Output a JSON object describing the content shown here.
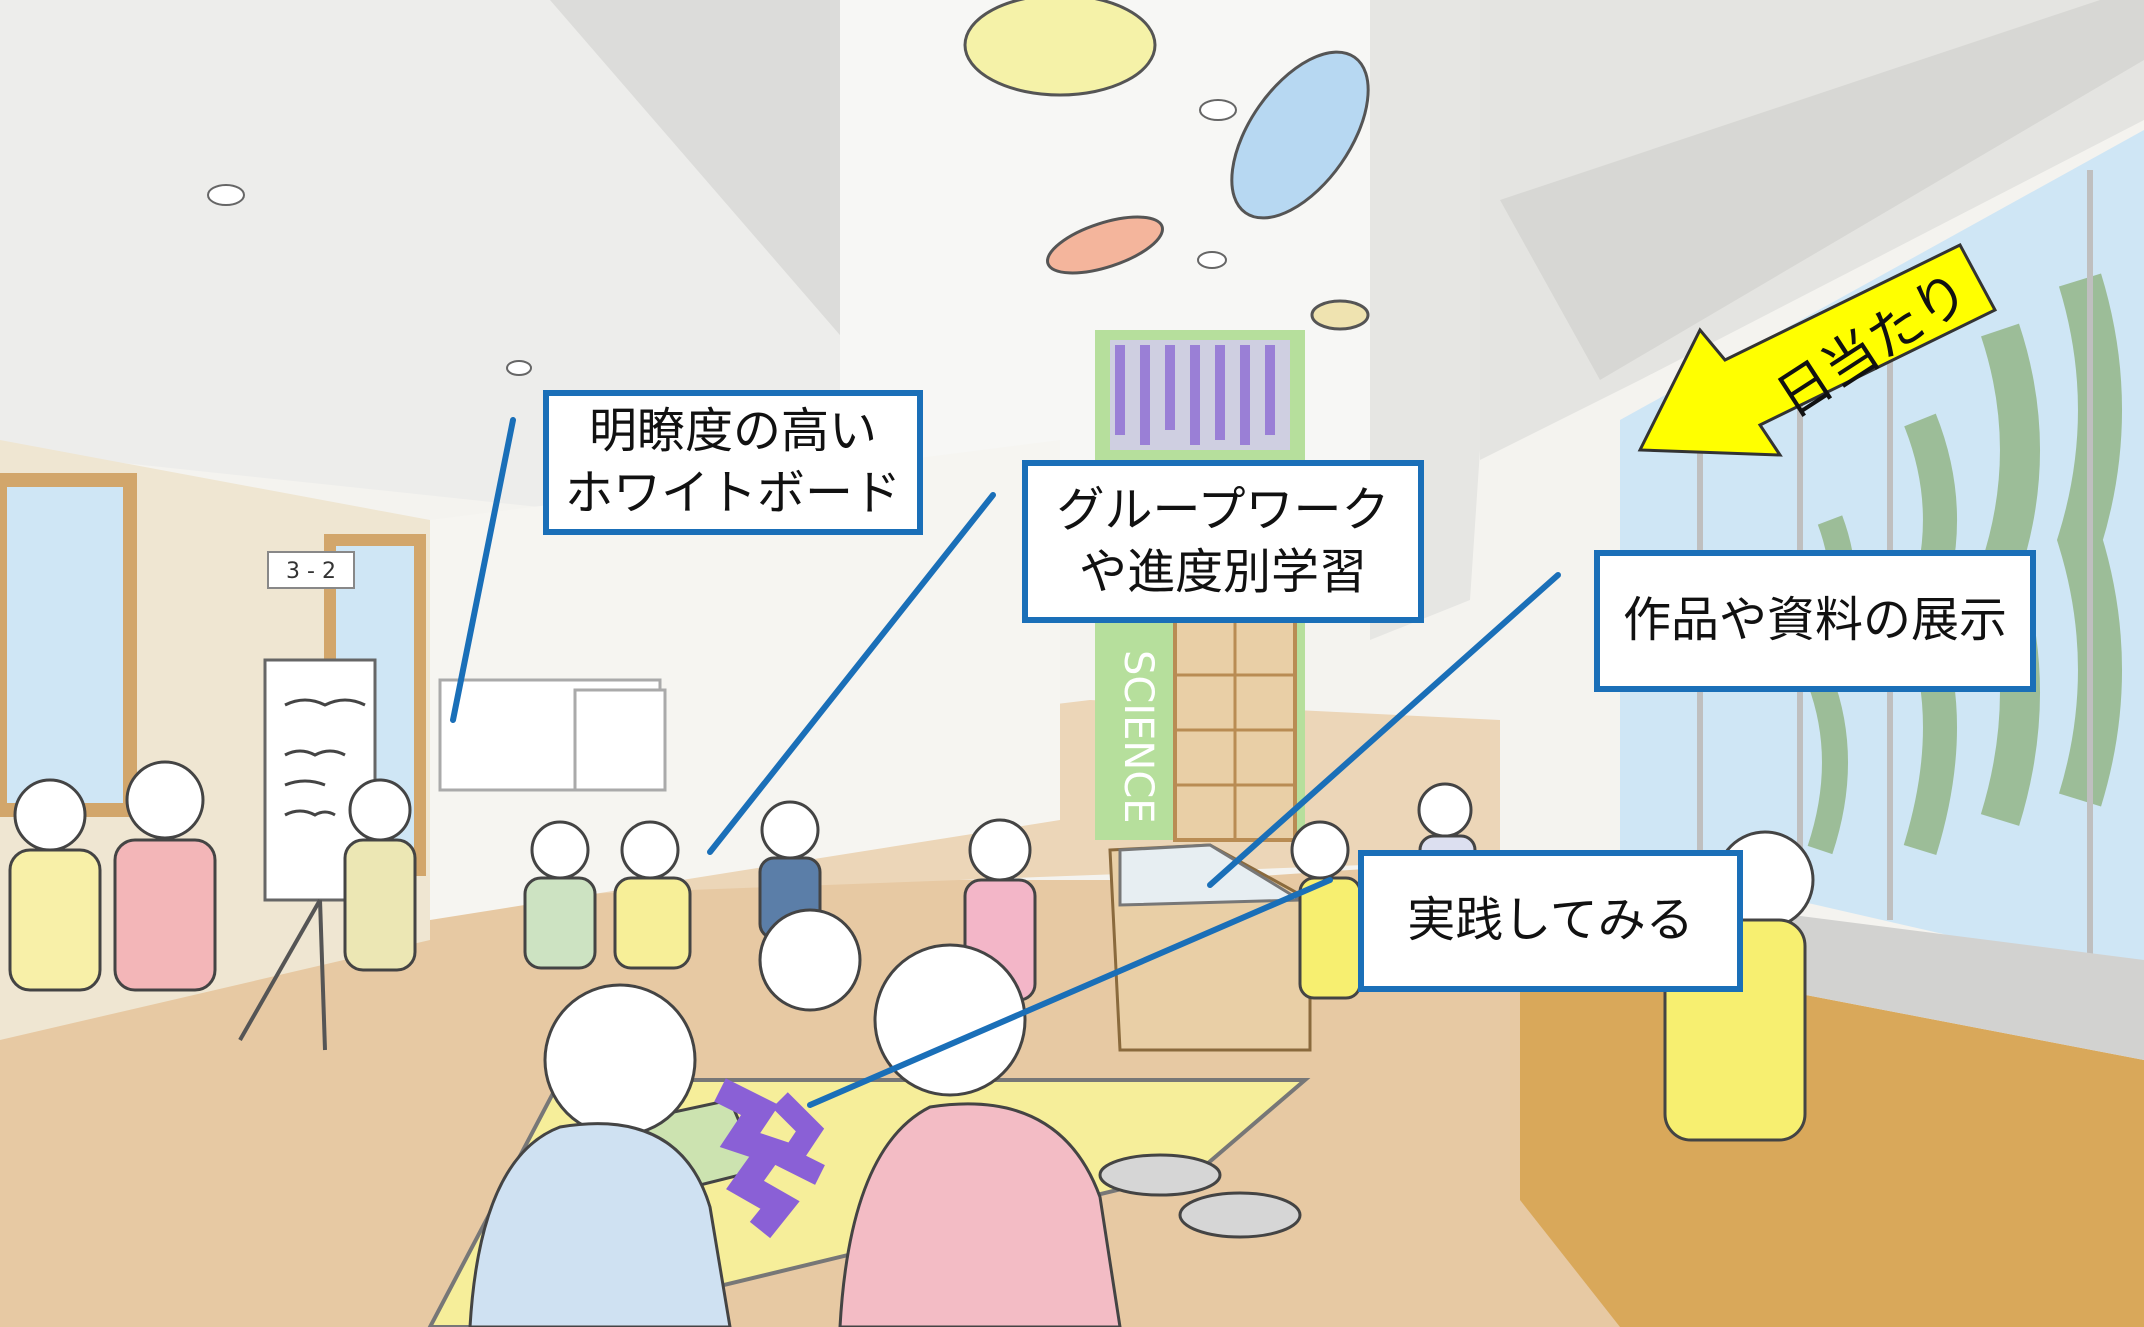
{
  "room_sign": "3 - 2",
  "wall_sign": "SCIENCE",
  "sunlight_label": "日当たり",
  "callouts": {
    "whiteboard": "明瞭度の高い\nホワイトボード",
    "group_work": "グループワーク\nや進度別学習",
    "display": "作品や資料の展示",
    "practice": "実践してみる"
  },
  "colors": {
    "callout_border": "#1a6fb8",
    "leader_line": "#1a6fb8",
    "arrow_fill": "#ffff00",
    "floor": "#e7c9a3",
    "green_wall": "#b6df9c"
  }
}
